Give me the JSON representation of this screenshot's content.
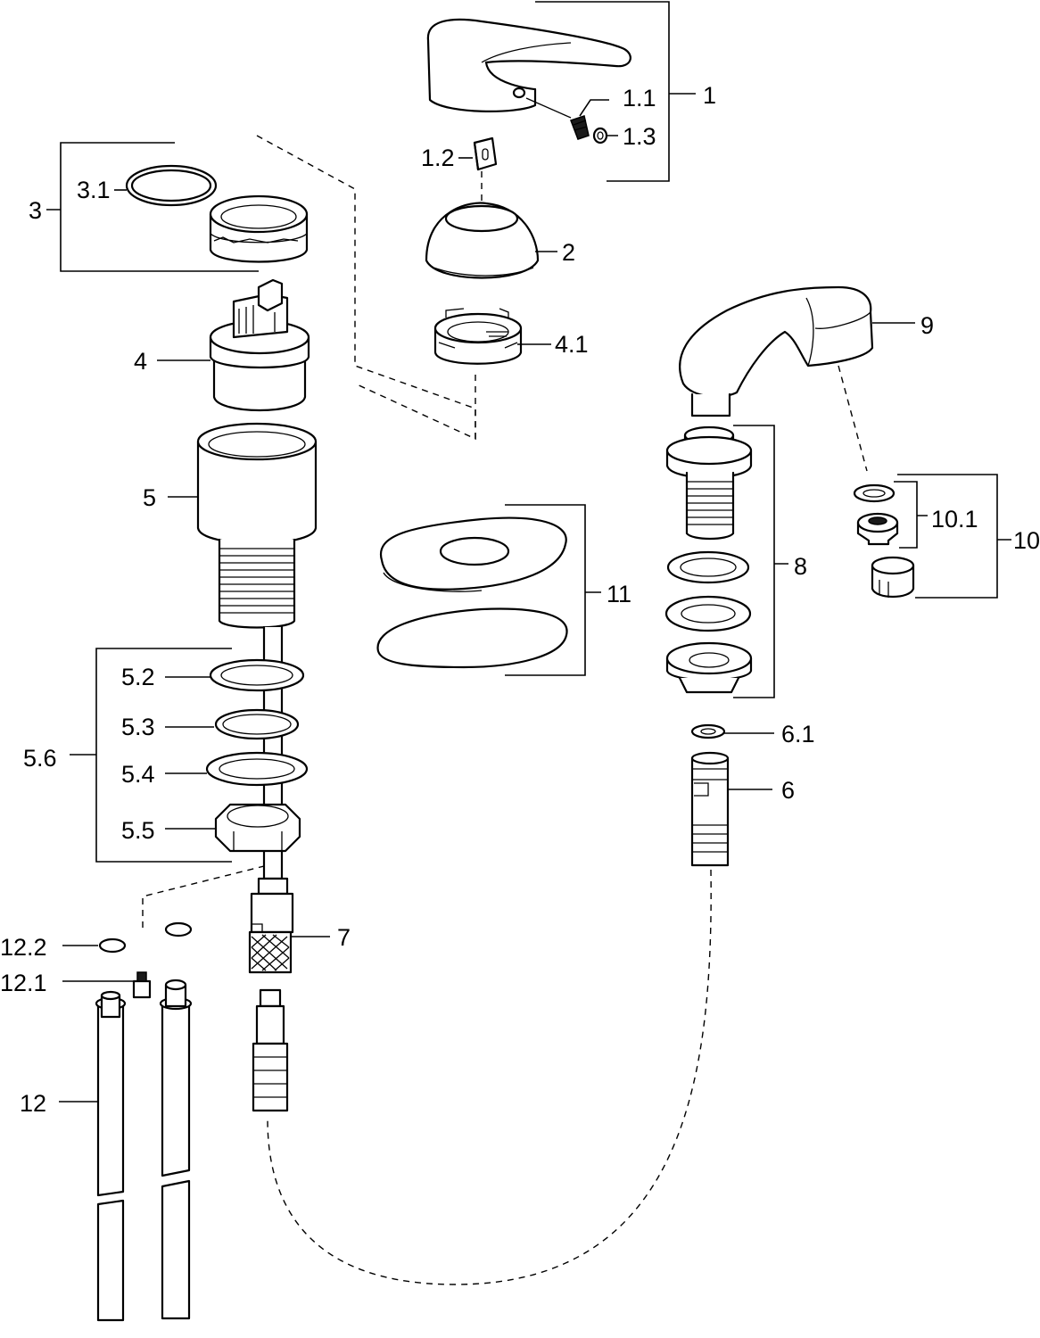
{
  "labels": {
    "l1": "1",
    "l1_1": "1.1",
    "l1_2": "1.2",
    "l1_3": "1.3",
    "l2": "2",
    "l3": "3",
    "l3_1": "3.1",
    "l4": "4",
    "l4_1": "4.1",
    "l5": "5",
    "l5_2": "5.2",
    "l5_3": "5.3",
    "l5_4": "5.4",
    "l5_5": "5.5",
    "l5_6": "5.6",
    "l6": "6",
    "l6_1": "6.1",
    "l7": "7",
    "l8": "8",
    "l9": "9",
    "l10": "10",
    "l10_1": "10.1",
    "l11": "11",
    "l12": "12",
    "l12_1": "12.1",
    "l12_2": "12.2"
  }
}
